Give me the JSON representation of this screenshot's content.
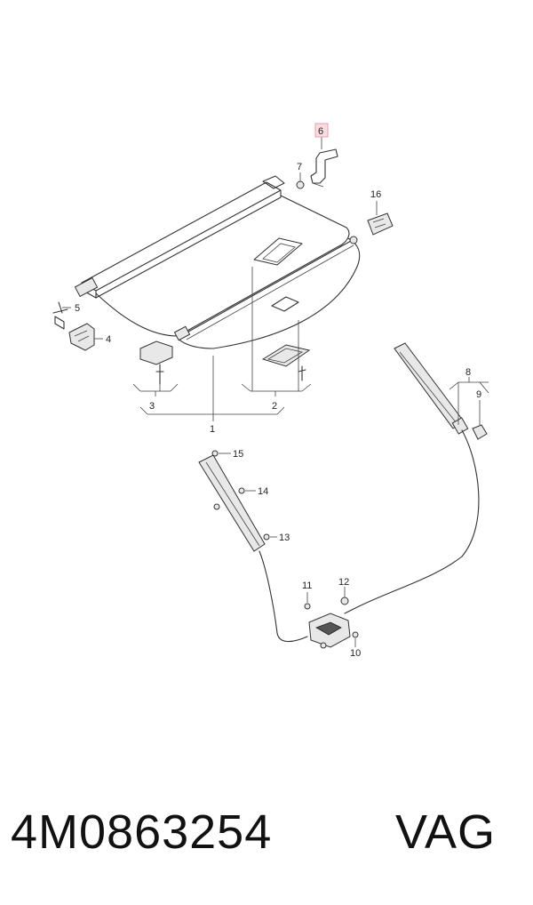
{
  "callouts": {
    "c1": "1",
    "c2": "2",
    "c3": "3",
    "c4": "4",
    "c5": "5",
    "c6": "6",
    "c7": "7",
    "c8": "8",
    "c9": "9",
    "c10": "10",
    "c11": "11",
    "c12": "12",
    "c13": "13",
    "c14": "14",
    "c15": "15",
    "c16": "16"
  },
  "highlighted_callout": "6",
  "highlight_color": "#e8a0a8",
  "footer": {
    "part_number": "4M0863254",
    "brand": "VAG"
  }
}
